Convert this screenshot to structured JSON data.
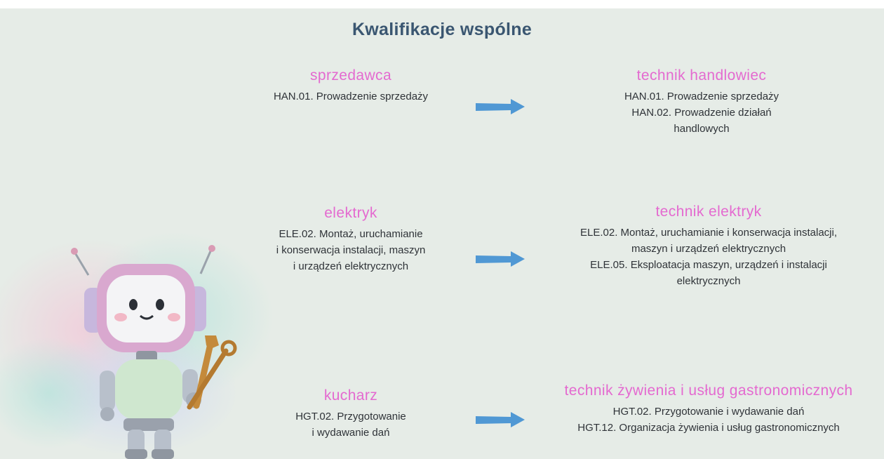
{
  "page": {
    "title": "Kwalifikacje wspólne"
  },
  "rows": [
    {
      "left": {
        "name": "sprzedawca",
        "lines": [
          "HAN.01. Prowadzenie sprzedaży"
        ]
      },
      "right": {
        "name": "technik handlowiec",
        "lines": [
          "HAN.01. Prowadzenie sprzedaży",
          "HAN.02. Prowadzenie działań",
          "handlowych"
        ]
      }
    },
    {
      "left": {
        "name": "elektryk",
        "lines": [
          "ELE.02. Montaż, uruchamianie",
          "i konserwacja instalacji, maszyn",
          "i urządzeń elektrycznych"
        ]
      },
      "right": {
        "name": "technik elektryk",
        "lines": [
          "ELE.02. Montaż, uruchamianie i konserwacja instalacji,",
          "maszyn i urządzeń elektrycznych",
          "ELE.05. Eksploatacja maszyn, urządzeń i instalacji",
          "elektrycznych"
        ]
      }
    },
    {
      "left": {
        "name": "kucharz",
        "lines": [
          "HGT.02. Przygotowanie",
          "i wydawanie dań"
        ]
      },
      "right": {
        "name": "technik żywienia i usług gastronomicznych",
        "lines": [
          "HGT.02. Przygotowanie i wydawanie dań",
          "HGT.12. Organizacja żywienia i usług gastronomicznych"
        ]
      }
    }
  ],
  "icons": {
    "arrow": "arrow-right-icon",
    "robot": "robot-with-wrench-illustration"
  },
  "colors": {
    "background": "#e6ece7",
    "title": "#3a5671",
    "accent": "#e46ad0",
    "arrow": "#3f8fd1",
    "text": "#2f3338"
  }
}
